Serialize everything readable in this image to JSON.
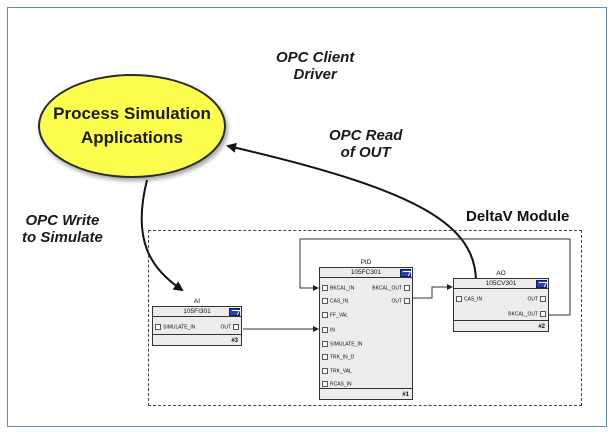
{
  "ellipse": {
    "line1": "Process Simulation",
    "line2": "Applications"
  },
  "annotations": {
    "opc_client_line1": "OPC Client",
    "opc_client_line2": "Driver",
    "opc_read_line1": "OPC Read",
    "opc_read_line2": "of OUT",
    "opc_write_line1": "OPC Write",
    "opc_write_line2": "to Simulate"
  },
  "module_label": "DeltaV Module",
  "blocks": {
    "ai": {
      "type": "AI",
      "tag": "105FI301",
      "left_pins": [
        "SIMULATE_IN"
      ],
      "right_pins": [
        "OUT"
      ],
      "number": "#3"
    },
    "pid": {
      "type": "PID",
      "tag": "105FC301",
      "left_pins": [
        "BKCAL_IN",
        "CAS_IN",
        "FF_VAL",
        "IN",
        "SIMULATE_IN",
        "TRK_IN_D",
        "TRK_VAL",
        "RCAS_IN"
      ],
      "right_pins": [
        "BKCAL_OUT",
        "OUT"
      ],
      "number": "#1"
    },
    "ao": {
      "type": "AO",
      "tag": "105CV301",
      "left_pins": [
        "CAS_IN"
      ],
      "right_pins": [
        "OUT",
        "BKCAL_OUT"
      ],
      "number": "#2"
    }
  },
  "colors": {
    "ellipse_fill": "#fdfd4e",
    "frame_border": "#5b8bc4",
    "icon_blue": "#2a3fb0"
  }
}
